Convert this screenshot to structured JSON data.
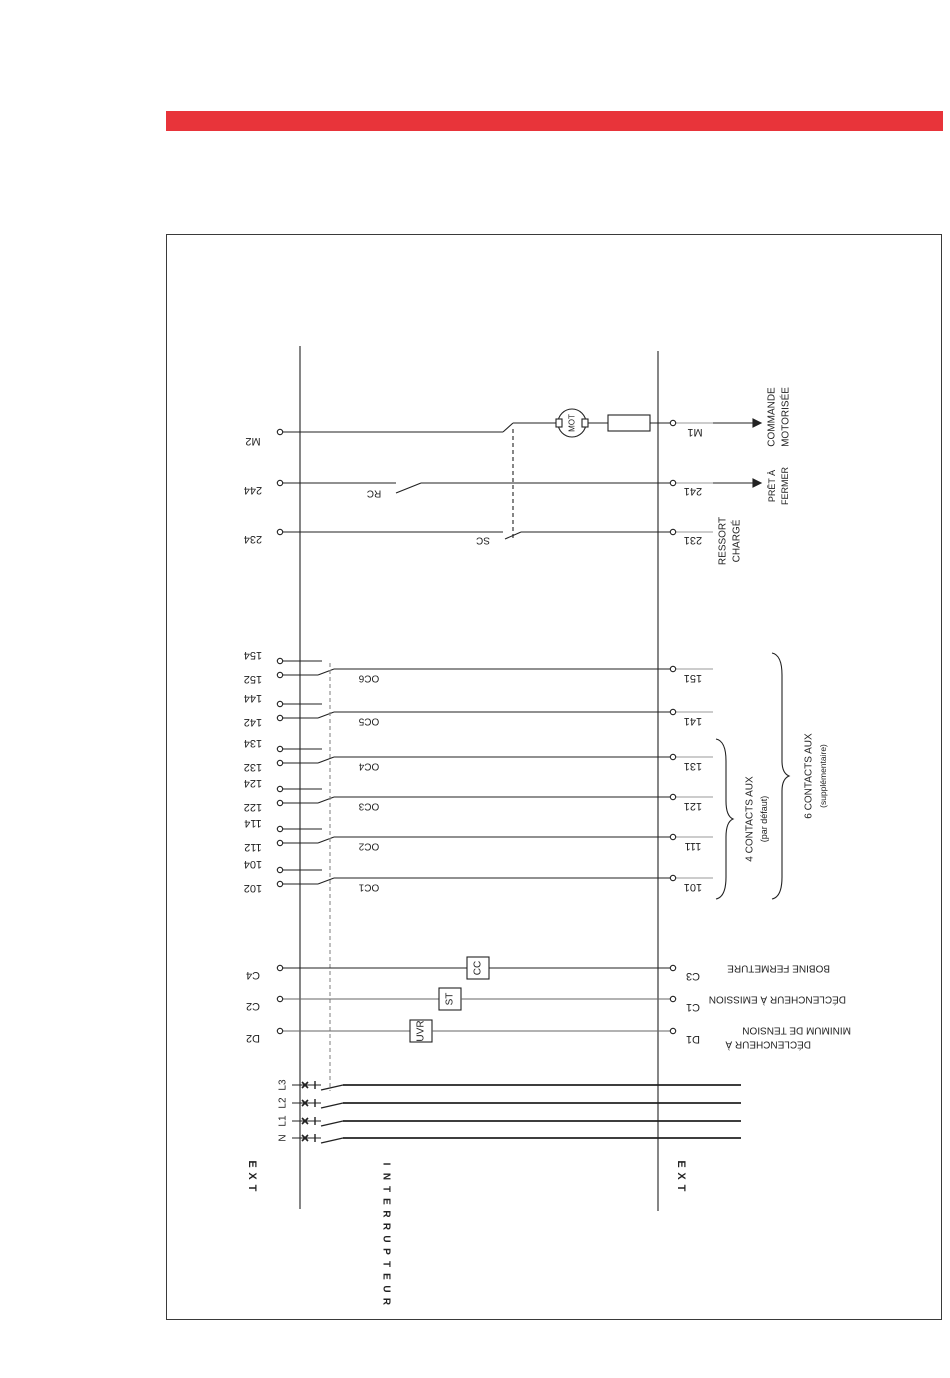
{
  "header": {
    "band_color": "#e8343a"
  },
  "diagram": {
    "left_side_label": "EXT",
    "right_side_label": "EXT",
    "center_label": "INTERRUPTEUR",
    "motor_symbol": "MOT",
    "coils": {
      "closing": "CC",
      "shunt_trip": "ST",
      "undervoltage": "UVR"
    },
    "motor_row": {
      "left": "M2",
      "right": "M1",
      "label_lines": [
        "COMMANDE",
        "MOTORISÉE"
      ]
    },
    "ready_row": {
      "left": "244",
      "right": "241",
      "contact": "RC",
      "label_lines": [
        "PRÊT À",
        "FERMER"
      ]
    },
    "spring_row": {
      "left": "234",
      "right": "231",
      "contact": "SC",
      "label_lines": [
        "RESSORT",
        "CHARGÉ"
      ]
    },
    "aux_contacts": [
      {
        "contact": "OC6",
        "right": "151",
        "left_nc": "154",
        "left_no": "152"
      },
      {
        "contact": "OC5",
        "right": "141",
        "left_nc": "144",
        "left_no": "142"
      },
      {
        "contact": "OC4",
        "right": "131",
        "left_nc": "134",
        "left_no": "132"
      },
      {
        "contact": "OC3",
        "right": "121",
        "left_nc": "124",
        "left_no": "122"
      },
      {
        "contact": "OC2",
        "right": "111",
        "left_nc": "114",
        "left_no": "112"
      },
      {
        "contact": "OC1",
        "right": "101",
        "left_nc": "104",
        "left_no": "102"
      }
    ],
    "aux_default": {
      "title": "4 CONTACTS AUX",
      "subtitle": "(par défaut)"
    },
    "aux_optional": {
      "title": "6 CONTACTS AUX",
      "subtitle": "(supplémentaire)"
    },
    "coil_rows": {
      "closing": {
        "left": "C4",
        "right": "C3",
        "label": "BOBINE FERMETURE"
      },
      "shunt": {
        "left": "C2",
        "right": "C1",
        "label": "DÉCLENCHEUR À EMISSION"
      },
      "uvr": {
        "left": "D2",
        "right": "D1",
        "label_lines": [
          "DÉCLENCHEUR À",
          "MINIMUM DE TENSION"
        ]
      }
    },
    "power_lines": [
      "N",
      "L1",
      "L2",
      "L3"
    ]
  }
}
